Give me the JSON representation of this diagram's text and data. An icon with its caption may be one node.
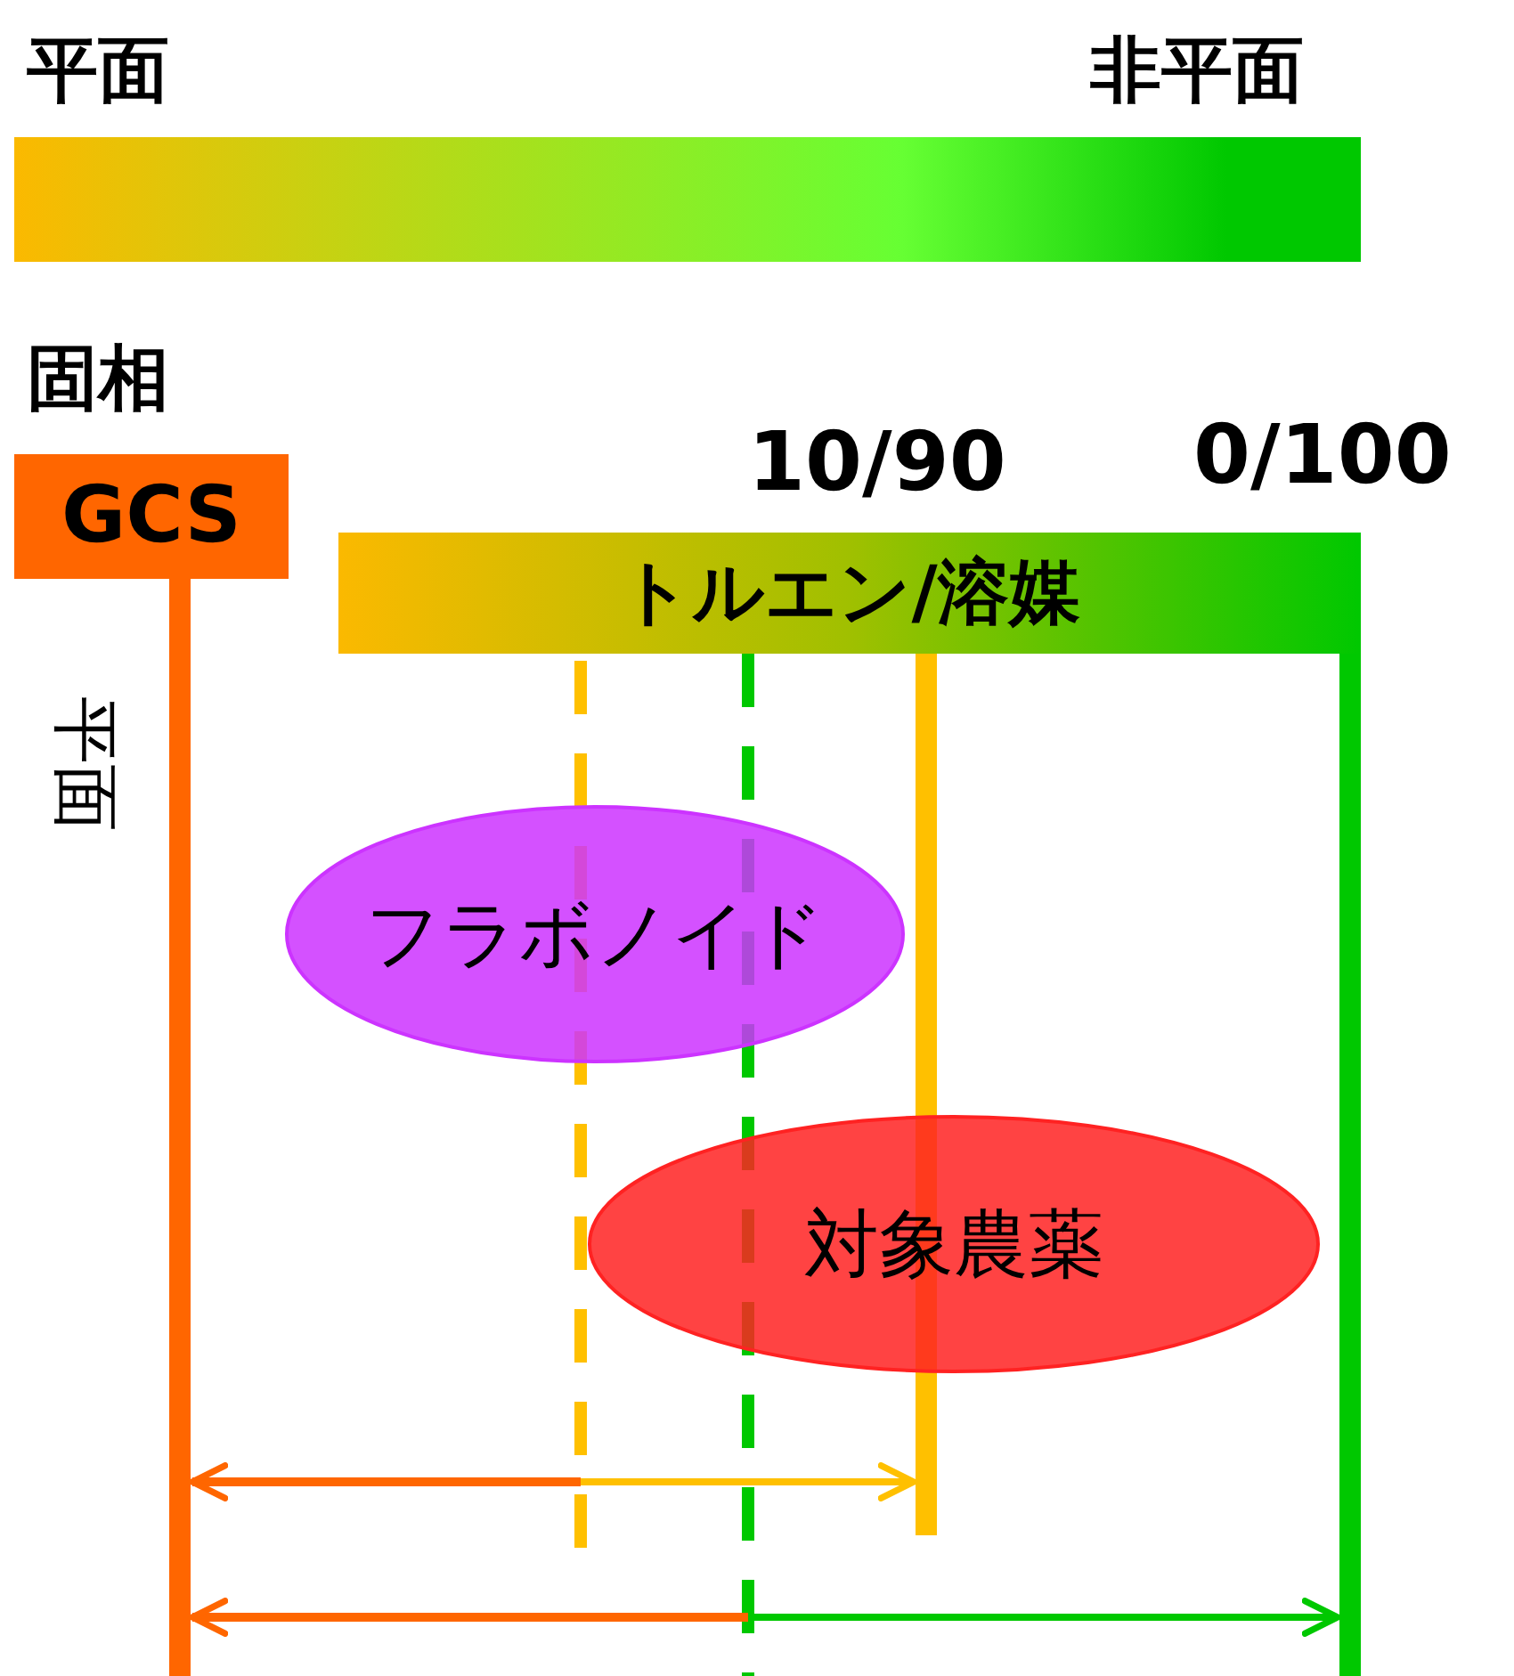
{
  "diagram": {
    "nodes": [
      {
        "text": [],
        "shape": "bar"
      },
      {
        "text": [
          "GCS"
        ]
      },
      {
        "text": [
          "トルエン/溶媒"
        ]
      },
      {
        "text": [
          "フラボノイド"
        ]
      },
      {
        "text": [
          "対象農薬"
        ]
      }
    ],
    "labels": [
      "平面",
      "非平面",
      "固相",
      "10/90",
      "0/100",
      "平面"
    ]
  }
}
